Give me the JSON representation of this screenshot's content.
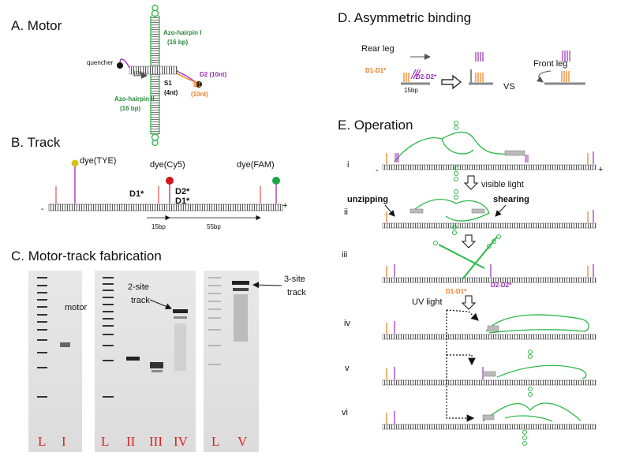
{
  "panels": {
    "a": {
      "title": "A. Motor"
    },
    "b": {
      "title": "B. Track"
    },
    "c": {
      "title": "C. Motor-track fabrication"
    },
    "d": {
      "title": "D. Asymmetric binding"
    },
    "e": {
      "title": "E. Operation"
    }
  },
  "motor": {
    "azo1_line1": "Azo-hairpin I",
    "azo1_line2": "(16 bp)",
    "azo2_line1": "Azo-hairpin II",
    "azo2_line2": "(16 bp)",
    "quencher": "quencher",
    "bp10": "10bp",
    "s1": "S1",
    "s1_len": "(4nt)",
    "d2": "D2 (10nt)",
    "d1": "D1",
    "d1_len": "(10nt)"
  },
  "track": {
    "dye1": "dye(TYE)",
    "dye2": "dye(Cy5)",
    "dye3": "dye(FAM)",
    "d1star_a": "D1*",
    "d2star": "D2*",
    "d1star_b": "D1*",
    "minus": "-",
    "plus": "+",
    "bp15": "15bp",
    "bp55": "55bp",
    "colors": {
      "tye": "#d4c21e",
      "cy5": "#d01818",
      "fam": "#18a84a",
      "orange": "#f07c1a",
      "purple": "#9b2fb6"
    }
  },
  "gel": {
    "motor": "motor",
    "two_site_1": "2-site",
    "two_site_2": "track",
    "three_site_1": "3-site",
    "three_site_2": "track",
    "lanes": [
      "L",
      "I",
      "L",
      "II",
      "III",
      "IV",
      "L",
      "V"
    ]
  },
  "binding": {
    "rear": "Rear leg",
    "front": "Front leg",
    "d1d1": "D1-D1*",
    "d2d2": "D2-D2*",
    "bp15": "15bp",
    "vs": "VS"
  },
  "operation": {
    "steps": [
      "i",
      "ii",
      "iii",
      "iv",
      "v",
      "vi"
    ],
    "minus": "-",
    "plus": "+",
    "visible_light": "visible light",
    "unzipping": "unzipping",
    "shearing": "shearing",
    "d1d1": "D1-D1*",
    "d2d2": "D2-D2*",
    "uv_light": "UV light"
  }
}
